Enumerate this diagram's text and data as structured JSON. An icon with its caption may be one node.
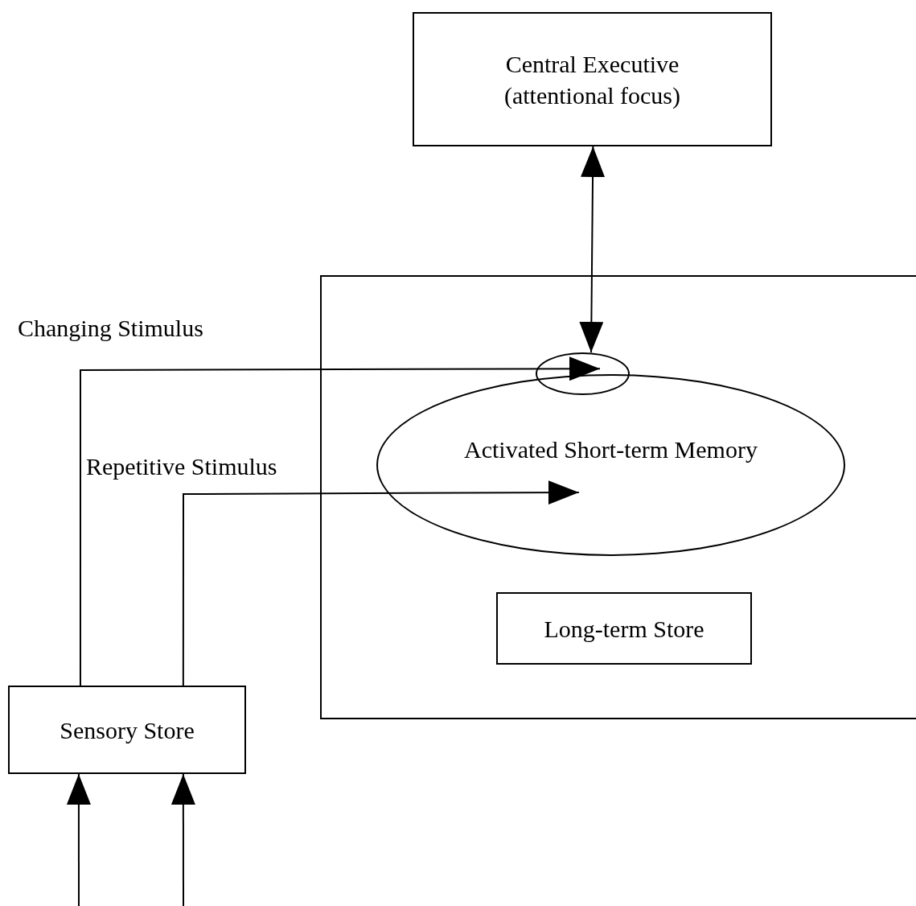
{
  "diagram": {
    "nodes": [
      {
        "text": [
          "Central Executive (attentional focus)"
        ]
      },
      {
        "text": [],
        "shape": "box"
      },
      {
        "text": [
          "Activated Short-term Memory"
        ],
        "in": 1
      },
      {
        "text": [],
        "shape": "ellipse",
        "in": 1
      },
      {
        "text": [
          "Long-term Store"
        ],
        "in": 1
      },
      {
        "text": [
          "Sensory Store"
        ]
      }
    ],
    "edges": [
      {
        "from": 0,
        "to": 3,
        "arrow": "both"
      },
      {
        "from": 5,
        "to": 3,
        "arrow": "to",
        "label": "Changing Stimulus"
      },
      {
        "from": 5,
        "to": 2,
        "arrow": "to",
        "label": "Repetitive Stimulus"
      },
      {
        "from": null,
        "to": 5,
        "arrow": "to"
      },
      {
        "from": null,
        "to": 5,
        "arrow": "to"
      }
    ]
  }
}
